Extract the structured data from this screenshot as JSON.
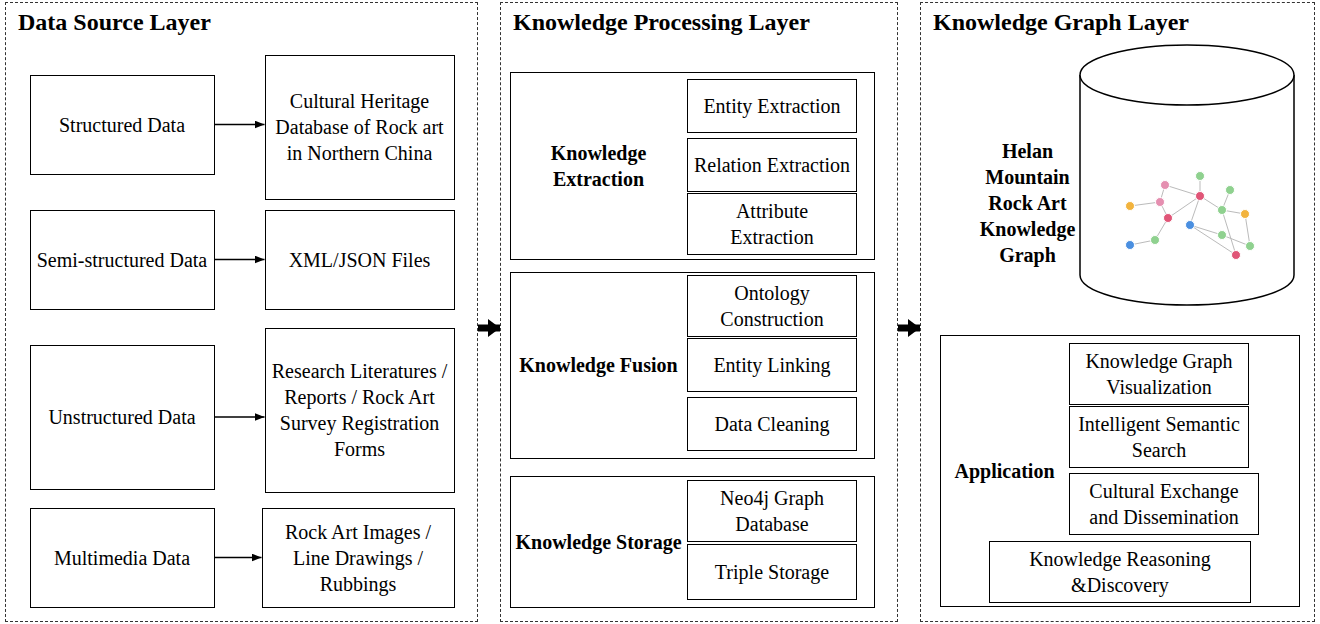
{
  "diagram": {
    "nodes": [
      {
        "text": [
          "Data Source Layer"
        ]
      },
      {
        "text": [
          "Structured Data"
        ],
        "in": 0
      },
      {
        "text": [
          "Cultural Heritage Database of Rock art in Northern China"
        ],
        "in": 0
      },
      {
        "text": [
          "Semi-structured Data"
        ],
        "in": 0
      },
      {
        "text": [
          "XML/JSON Files"
        ],
        "in": 0
      },
      {
        "text": [
          "Unstructured Data"
        ],
        "in": 0
      },
      {
        "text": [
          "Research Literatures / Reports / Rock Art Survey Registration Forms"
        ],
        "in": 0
      },
      {
        "text": [
          "Multimedia Data"
        ],
        "in": 0
      },
      {
        "text": [
          "Rock Art Images / Line Drawings / Rubbings"
        ],
        "in": 0
      },
      {
        "text": [
          "Knowledge Processing Layer"
        ]
      },
      {
        "text": [
          "Knowledge Extraction"
        ],
        "in": 9
      },
      {
        "text": [
          "Entity Extraction"
        ],
        "in": 10
      },
      {
        "text": [
          "Relation Extraction"
        ],
        "in": 10
      },
      {
        "text": [
          "Attribute Extraction"
        ],
        "in": 10
      },
      {
        "text": [
          "Knowledge Fusion"
        ],
        "in": 9
      },
      {
        "text": [
          "Ontology Construction"
        ],
        "in": 14
      },
      {
        "text": [
          "Entity Linking"
        ],
        "in": 14
      },
      {
        "text": [
          "Data Cleaning"
        ],
        "in": 14
      },
      {
        "text": [
          "Knowledge Storage"
        ],
        "in": 9
      },
      {
        "text": [
          "Neo4j Graph Database"
        ],
        "in": 18
      },
      {
        "text": [
          "Triple Storage"
        ],
        "in": 18
      },
      {
        "text": [
          "Knowledge Graph Layer"
        ]
      },
      {
        "text": [
          "Helan Mountain Rock Art Knowledge Graph"
        ],
        "in": 21
      },
      {
        "text": [
          "Application"
        ],
        "in": 21
      },
      {
        "text": [
          "Knowledge Graph Visualization"
        ],
        "in": 23
      },
      {
        "text": [
          "Intelligent Semantic Search"
        ],
        "in": 23
      },
      {
        "text": [
          "Cultural Exchange and Dissemination"
        ],
        "in": 23
      },
      {
        "text": [
          "Knowledge Reasoning &Discovery"
        ],
        "in": 23
      }
    ],
    "edges": [
      {
        "from": 1,
        "to": 2,
        "arrow": "to"
      },
      {
        "from": 3,
        "to": 4,
        "arrow": "to"
      },
      {
        "from": 5,
        "to": 6,
        "arrow": "to"
      },
      {
        "from": 7,
        "to": 8,
        "arrow": "to"
      },
      {
        "from": 0,
        "to": 9,
        "arrow": "to"
      },
      {
        "from": 9,
        "to": 21,
        "arrow": "to"
      }
    ]
  }
}
